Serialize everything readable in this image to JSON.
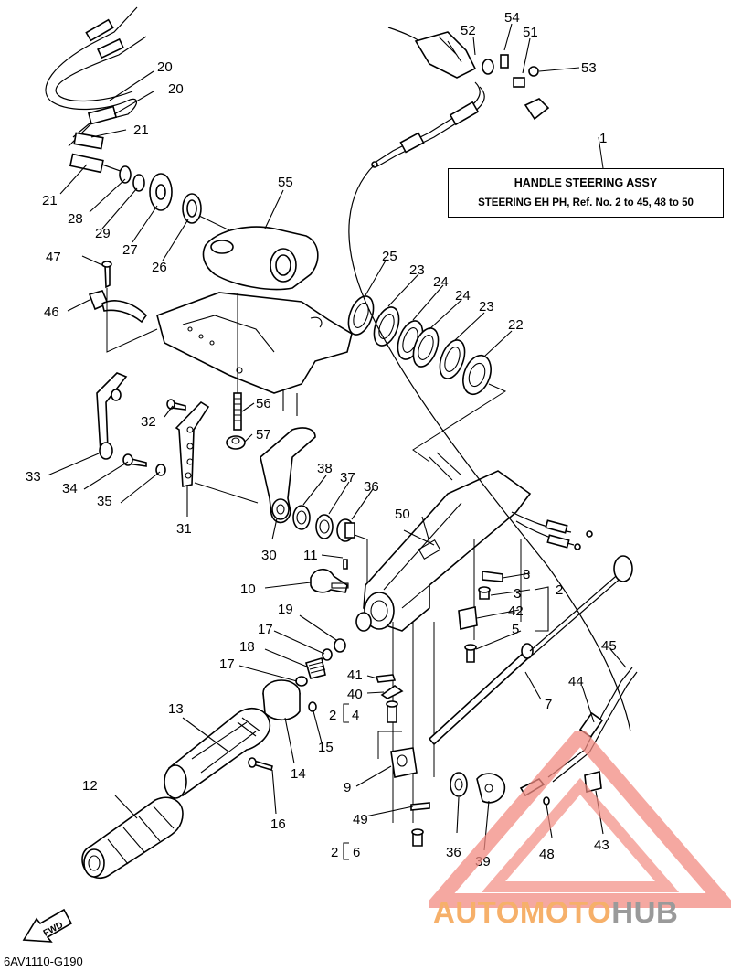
{
  "title_box": {
    "line1": "HANDLE STEERING ASSY",
    "line2": "STEERING EH PH,  Ref. No. 2 to 45, 48 to 50"
  },
  "diagram_code": "6AV1110-G190",
  "fwd_label": "FWD",
  "watermark": {
    "part1": "AUTOMOTO",
    "part2": "HUB"
  },
  "callouts": {
    "c1": "1",
    "c2a": "2",
    "c2b": "2",
    "c2c": "2",
    "c3": "3",
    "c4": "4",
    "c5": "5",
    "c6": "6",
    "c7": "7",
    "c8": "8",
    "c9": "9",
    "c10": "10",
    "c11": "11",
    "c12": "12",
    "c13": "13",
    "c14": "14",
    "c15": "15",
    "c16": "16",
    "c17a": "17",
    "c17b": "17",
    "c18": "18",
    "c19": "19",
    "c20a": "20",
    "c20b": "20",
    "c21a": "21",
    "c21b": "21",
    "c22": "22",
    "c23a": "23",
    "c23b": "23",
    "c24a": "24",
    "c24b": "24",
    "c25": "25",
    "c26": "26",
    "c27": "27",
    "c28": "28",
    "c29": "29",
    "c30": "30",
    "c31": "31",
    "c32": "32",
    "c33": "33",
    "c34": "34",
    "c35": "35",
    "c36a": "36",
    "c36b": "36",
    "c37": "37",
    "c38": "38",
    "c39": "39",
    "c40": "40",
    "c41": "41",
    "c42": "42",
    "c43": "43",
    "c44": "44",
    "c45": "45",
    "c46": "46",
    "c47": "47",
    "c48": "48",
    "c49": "49",
    "c50": "50",
    "c51": "51",
    "c52": "52",
    "c53": "53",
    "c54": "54",
    "c55": "55",
    "c56": "56",
    "c57": "57"
  },
  "colors": {
    "line": "#000000",
    "watermark_triangle": "#f28b82",
    "watermark_orange": "#f6b06a",
    "watermark_gray": "#9a9a9a"
  }
}
